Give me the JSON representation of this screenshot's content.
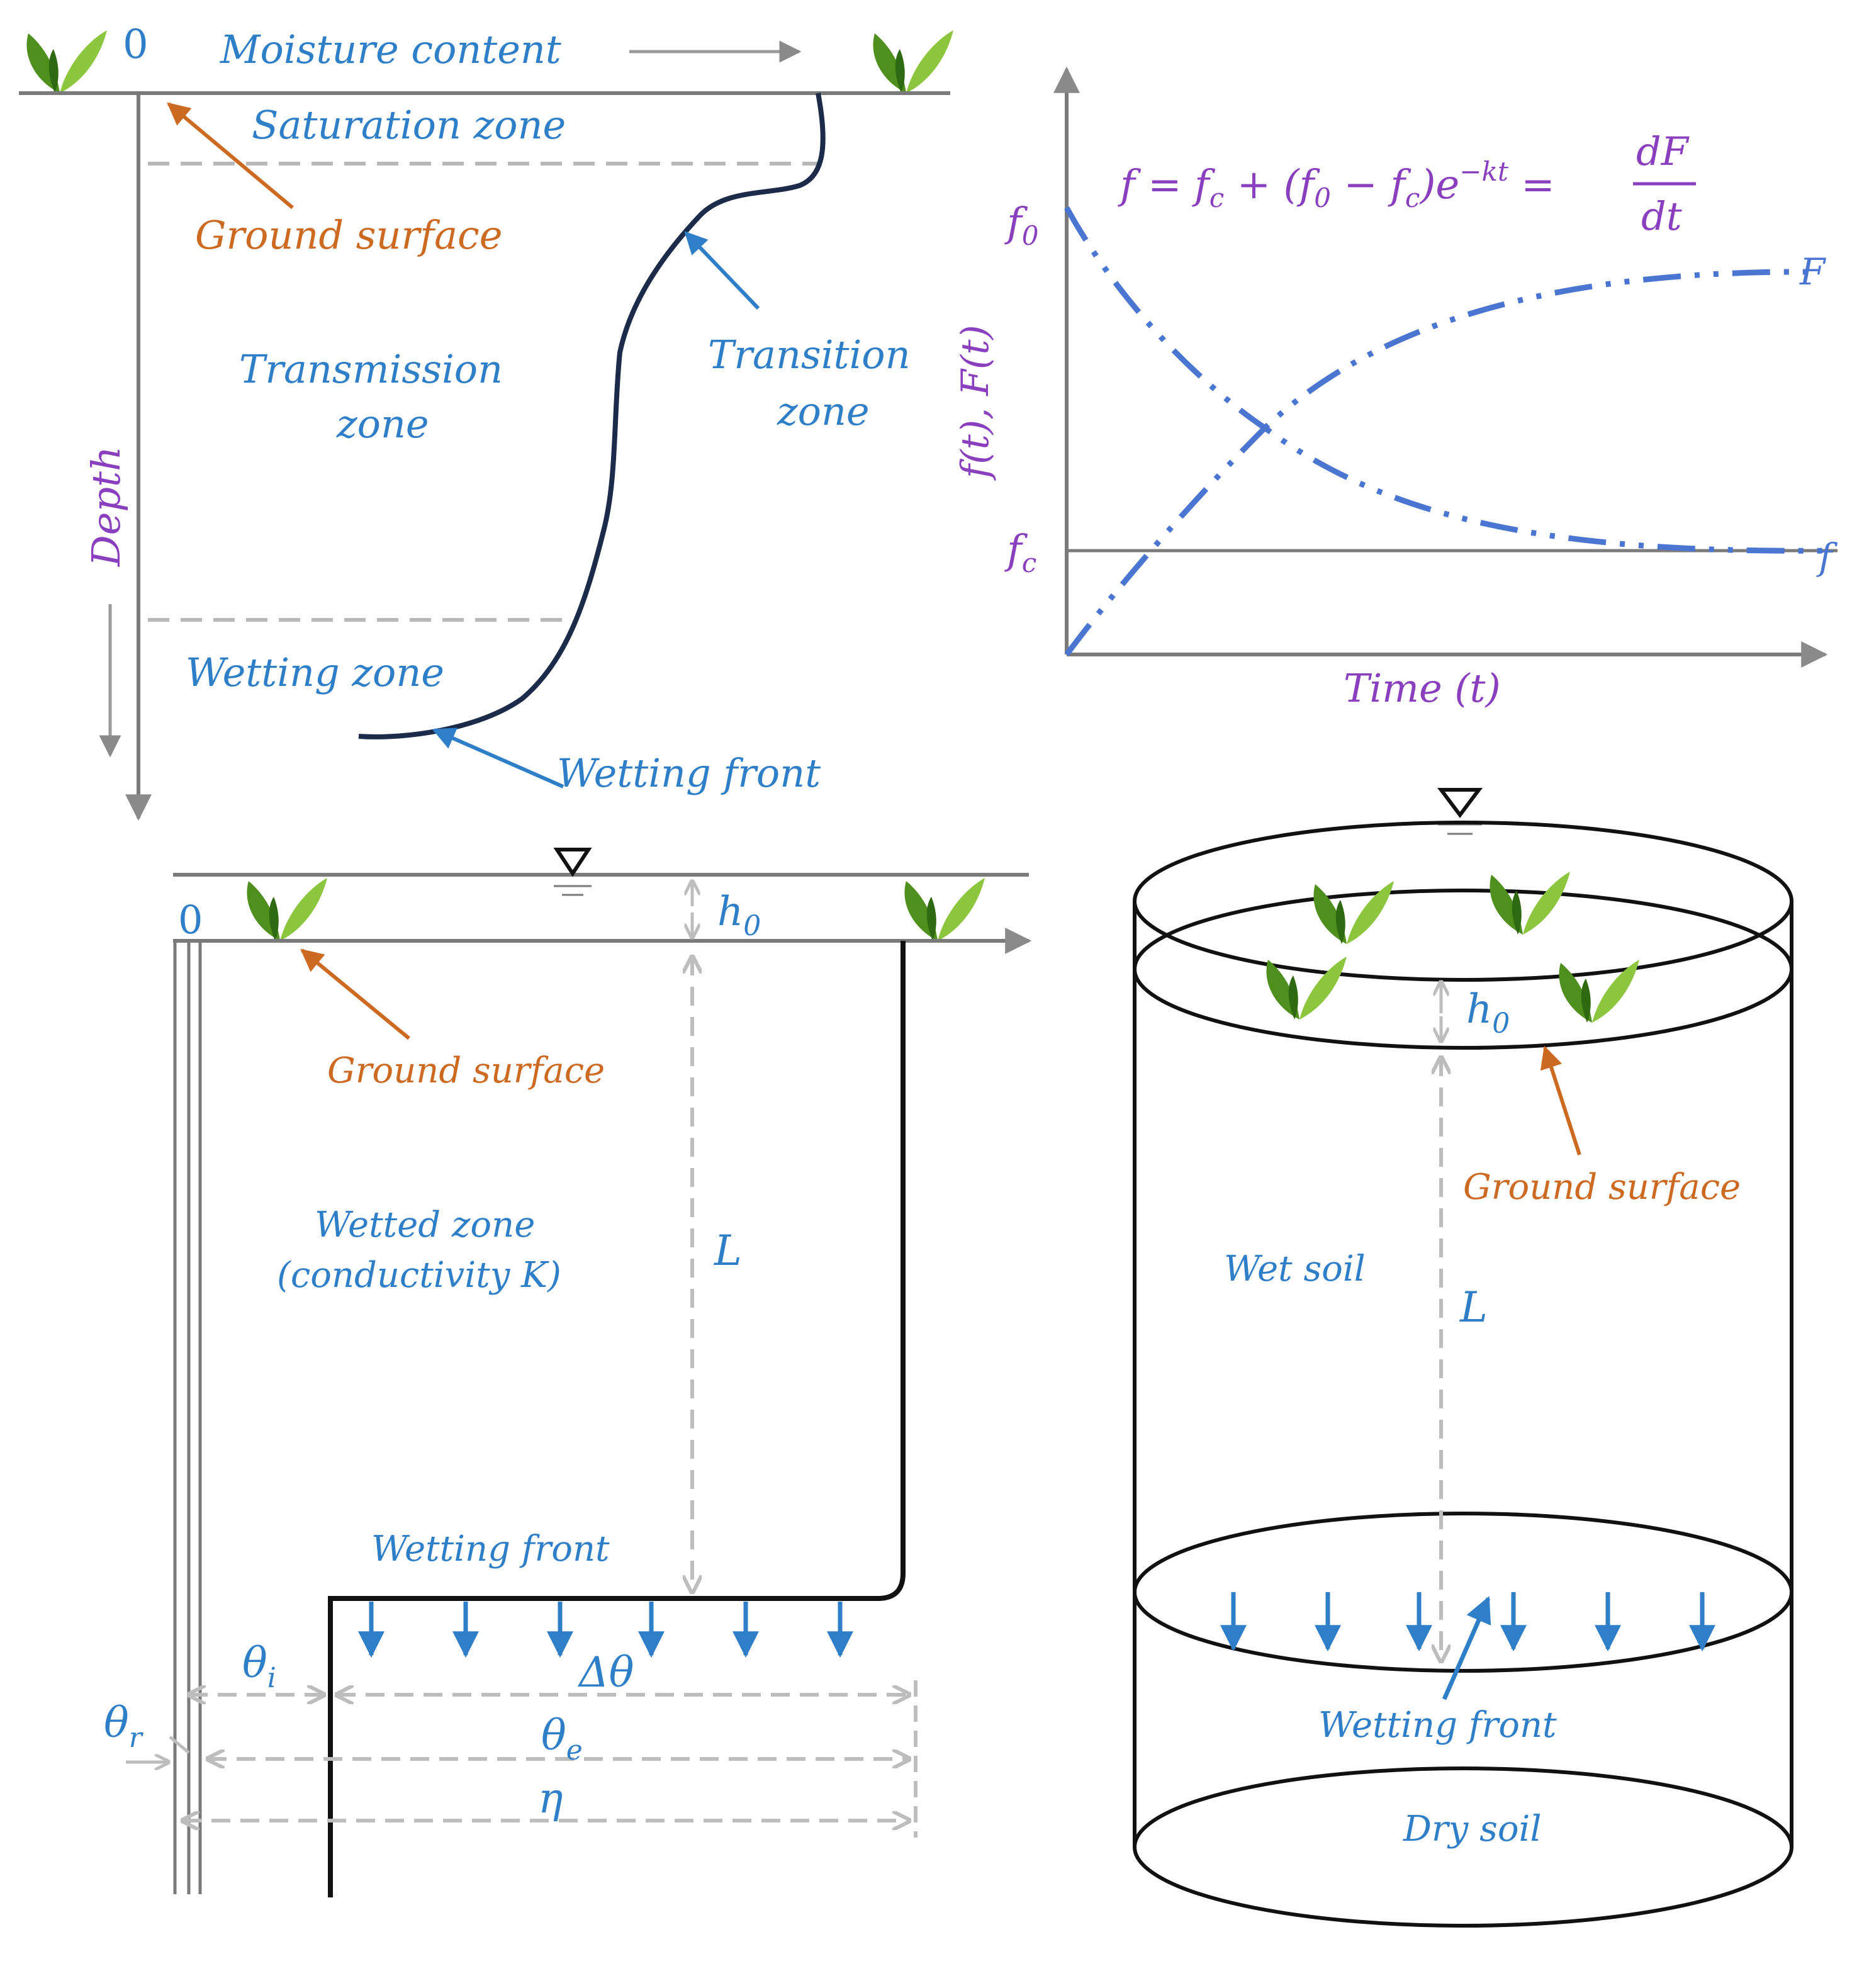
{
  "panel_a": {
    "origin_label": "0",
    "axis_x_label": "Moisture content",
    "axis_y_label": "Depth",
    "zones": {
      "saturation": "Saturation zone",
      "transmission_l1": "Transmission",
      "transmission_l2": "zone",
      "transition_l1": "Transition",
      "transition_l2": "zone",
      "wetting": "Wetting zone"
    },
    "ground_surface": "Ground surface",
    "wetting_front": "Wetting front"
  },
  "panel_b": {
    "equation": {
      "lhs": "f = f",
      "lhs_sub": "c",
      "mid": " + (f",
      "mid_sub0": "0",
      "mid2": " − f",
      "mid_sub": "c",
      "mid3": ")e",
      "exp": "−kt",
      "eq": " =",
      "frac_num": "dF",
      "frac_den": "dt"
    },
    "f0": "f",
    "f0_sub": "0",
    "fc": "f",
    "fc_sub": "c",
    "ylabel": "f(t), F(t)",
    "xlabel": "Time (t)",
    "curve_F_label": "F",
    "curve_f_label": "f"
  },
  "panel_c": {
    "origin_label": "0",
    "h0": "h",
    "h0_sub": "0",
    "ground_surface": "Ground surface",
    "wetted_zone_l1": "Wetted zone",
    "wetted_zone_l2": "(conductivity K)",
    "L": "L",
    "wetting_front": "Wetting front",
    "theta_i": "θ",
    "theta_i_sub": "i",
    "delta_theta": "Δθ",
    "theta_r": "θ",
    "theta_r_sub": "r",
    "theta_e": "θ",
    "theta_e_sub": "e",
    "eta": "η"
  },
  "panel_d": {
    "h0": "h",
    "h0_sub": "0",
    "ground_surface": "Ground surface",
    "wet_soil": "Wet soil",
    "L": "L",
    "wetting_front": "Wetting front",
    "dry_soil": "Dry soil"
  },
  "colors": {
    "blue": "#2f7fc8",
    "orange": "#cc6a22",
    "purple": "#8a3fbf",
    "curve": "#4a76d1",
    "front_line": "#1c2b4a",
    "axis_gray": "#7a7a7a",
    "dash_gray": "#b8b8b8",
    "grass": "#6fae2e"
  }
}
